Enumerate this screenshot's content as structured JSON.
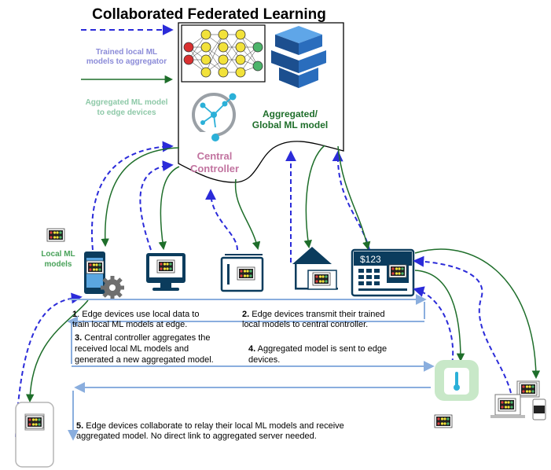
{
  "title": "Collaborated Federated Learning",
  "legend": {
    "dashed": [
      "Trained local ML",
      "models to aggregator"
    ],
    "solid": [
      "Aggregated ML model",
      "to edge devices"
    ]
  },
  "server": {
    "aggregated_label": [
      "Aggregated/",
      "Global ML model"
    ],
    "controller_label": [
      "Central",
      "Controller"
    ]
  },
  "local_models_label": [
    "Local ML",
    "models"
  ],
  "thermostat_price": "$123",
  "steps": [
    {
      "num": "1",
      "lines": [
        ". Edge devices use local data to",
        "train local ML models at edge."
      ]
    },
    {
      "num": "2.",
      "lines": [
        " Edge devices transmit their trained",
        "local models to central controller."
      ]
    },
    {
      "num": "3.",
      "lines": [
        " Central controller aggregates the",
        "received local ML models and",
        "generated a new aggregated model."
      ]
    },
    {
      "num": "4.",
      "lines": [
        " Aggregated model is sent to edge",
        "devices."
      ]
    },
    {
      "num": "5.",
      "lines": [
        " Edge devices collaborate to relay their local ML models and receive",
        "aggregated model. No direct link to aggregated server needed."
      ]
    }
  ],
  "colors": {
    "dashed_arrow": "#2b2bd9",
    "solid_arrow": "#1e6e2a",
    "device_blue": "#0b3c5d",
    "flow_arrow": "#8aaede",
    "controller_text": "#c274a0"
  }
}
